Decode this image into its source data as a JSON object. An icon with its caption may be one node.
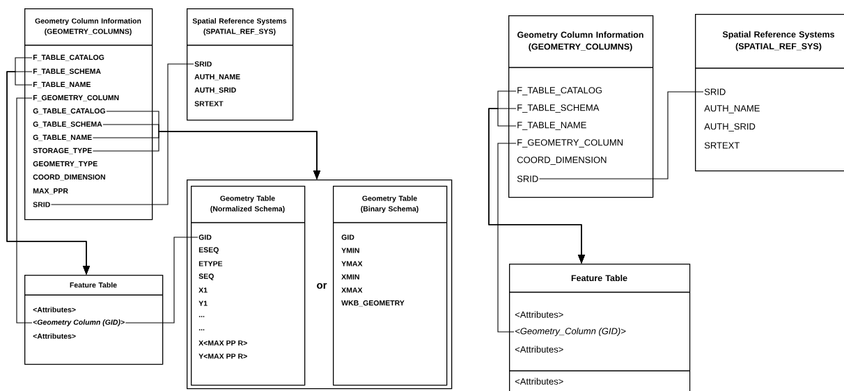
{
  "diagram": {
    "nodes": [
      {
        "text": [
          "Geometry Column Information (GEOMETRY_COLUMNS)"
        ]
      },
      {
        "text": [
          "F_TABLE_CATALOG"
        ],
        "in": 0
      },
      {
        "text": [
          "F_TABLE_SCHEMA"
        ],
        "in": 0
      },
      {
        "text": [
          "F_TABLE_NAME"
        ],
        "in": 0
      },
      {
        "text": [
          "F_GEOMETRY_COLUMN"
        ],
        "in": 0
      },
      {
        "text": [
          "G_TABLE_CATALOG"
        ],
        "in": 0
      },
      {
        "text": [
          "G_TABLE_SCHEMA"
        ],
        "in": 0
      },
      {
        "text": [
          "G_TABLE_NAME"
        ],
        "in": 0
      },
      {
        "text": [
          "STORAGE_TYPE"
        ],
        "in": 0
      },
      {
        "text": [
          "GEOMETRY_TYPE"
        ],
        "in": 0
      },
      {
        "text": [
          "COORD_DIMENSION"
        ],
        "in": 0
      },
      {
        "text": [
          "MAX_PPR"
        ],
        "in": 0
      },
      {
        "text": [
          "SRID"
        ],
        "in": 0
      },
      {
        "text": [
          "Spatial Reference Systems (SPATIAL_REF_SYS)"
        ]
      },
      {
        "text": [
          "SRID"
        ],
        "in": 13
      },
      {
        "text": [
          "AUTH_NAME"
        ],
        "in": 13
      },
      {
        "text": [
          "AUTH_SRID"
        ],
        "in": 13
      },
      {
        "text": [
          "SRTEXT"
        ],
        "in": 13
      },
      {
        "text": [],
        "shape": "box"
      },
      {
        "text": [
          "Geometry Table (Normalized Schema)"
        ],
        "in": 18
      },
      {
        "text": [
          "GID"
        ],
        "in": 19
      },
      {
        "text": [
          "ESEQ"
        ],
        "in": 19
      },
      {
        "text": [
          "ETYPE"
        ],
        "in": 19
      },
      {
        "text": [
          "SEQ"
        ],
        "in": 19
      },
      {
        "text": [
          "X1"
        ],
        "in": 19
      },
      {
        "text": [
          "Y1"
        ],
        "in": 19
      },
      {
        "text": [
          "..."
        ],
        "in": 19
      },
      {
        "text": [
          "..."
        ],
        "in": 19
      },
      {
        "text": [
          "X<MAX PP R>"
        ],
        "in": 19
      },
      {
        "text": [
          "Y<MAX PP R>"
        ],
        "in": 19
      },
      {
        "text": [
          "Geometry Table (Binary Schema)"
        ],
        "in": 18
      },
      {
        "text": [
          "GID"
        ],
        "in": 30
      },
      {
        "text": [
          "YMIN"
        ],
        "in": 30
      },
      {
        "text": [
          "YMAX"
        ],
        "in": 30
      },
      {
        "text": [
          "XMIN"
        ],
        "in": 30
      },
      {
        "text": [
          "XMAX"
        ],
        "in": 30
      },
      {
        "text": [
          "WKB_GEOMETRY"
        ],
        "in": 30
      },
      {
        "text": [
          "Feature Table"
        ]
      },
      {
        "text": [
          "<Attributes>"
        ],
        "in": 37
      },
      {
        "text": [
          "<Geometry Column (GID)>"
        ],
        "in": 37
      },
      {
        "text": [
          "<Attributes>"
        ],
        "in": 37
      },
      {
        "text": [
          "Geometry Column Information (GEOMETRY_COLUMNS)"
        ]
      },
      {
        "text": [
          "F_TABLE_CATALOG"
        ],
        "in": 41
      },
      {
        "text": [
          "F_TABLE_SCHEMA"
        ],
        "in": 41
      },
      {
        "text": [
          "F_TABLE_NAME"
        ],
        "in": 41
      },
      {
        "text": [
          "F_GEOMETRY_COLUMN"
        ],
        "in": 41
      },
      {
        "text": [
          "COORD_DIMENSION"
        ],
        "in": 41
      },
      {
        "text": [
          "SRID"
        ],
        "in": 41
      },
      {
        "text": [
          "Spatial Reference Systems (SPATIAL_REF_SYS)"
        ]
      },
      {
        "text": [
          "SRID"
        ],
        "in": 48
      },
      {
        "text": [
          "AUTH_NAME"
        ],
        "in": 48
      },
      {
        "text": [
          "AUTH_SRID"
        ],
        "in": 48
      },
      {
        "text": [
          "SRTEXT"
        ],
        "in": 48
      },
      {
        "text": [
          "Feature Table"
        ]
      },
      {
        "text": [
          "<Attributes>"
        ],
        "in": 53
      },
      {
        "text": [
          "<Geometry_Column (GID)>"
        ],
        "in": 53
      },
      {
        "text": [
          "<Attributes>"
        ],
        "in": 53
      },
      {
        "text": [
          "<Attributes>"
        ],
        "in": 53
      }
    ],
    "edges": [
      {
        "from": 1,
        "to": 37,
        "arrow": "to"
      },
      {
        "from": 2,
        "to": 37,
        "arrow": "to"
      },
      {
        "from": 3,
        "to": 37,
        "arrow": "to"
      },
      {
        "from": 4,
        "to": 39,
        "arrow": "none"
      },
      {
        "from": 5,
        "to": 18,
        "arrow": "to"
      },
      {
        "from": 6,
        "to": 18,
        "arrow": "to"
      },
      {
        "from": 7,
        "to": 18,
        "arrow": "to"
      },
      {
        "from": 8,
        "to": 18,
        "arrow": "to"
      },
      {
        "from": 12,
        "to": 14,
        "arrow": "none"
      },
      {
        "from": 39,
        "to": 20,
        "arrow": "none"
      },
      {
        "from": 42,
        "to": 53,
        "arrow": "to"
      },
      {
        "from": 43,
        "to": 53,
        "arrow": "to"
      },
      {
        "from": 44,
        "to": 53,
        "arrow": "to"
      },
      {
        "from": 45,
        "to": 55,
        "arrow": "none"
      },
      {
        "from": 47,
        "to": 49,
        "arrow": "none"
      }
    ],
    "labels": [
      "or"
    ]
  }
}
